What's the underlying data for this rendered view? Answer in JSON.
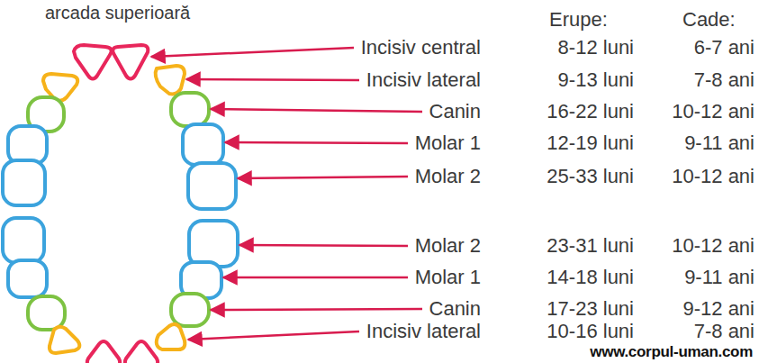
{
  "diagram": {
    "labels": [
      "arcada superioară",
      "Erupe:",
      "Cade:",
      "Incisiv central",
      "8-12 luni",
      "6-7 ani",
      "Incisiv lateral",
      "9-13 luni",
      "7-8 ani",
      "Canin",
      "16-22 luni",
      "10-12 ani",
      "Molar 1",
      "12-19 luni",
      "9-11 ani",
      "Molar 2",
      "25-33 luni",
      "10-12 ani",
      "Molar 2",
      "23-31 luni",
      "10-12 ani",
      "Molar 1",
      "14-18 luni",
      "9-11 ani",
      "Canin",
      "17-23 luni",
      "9-12 ani",
      "Incisiv lateral",
      "10-16 luni",
      "7-8 ani",
      "www.corpul-uman.com"
    ]
  }
}
